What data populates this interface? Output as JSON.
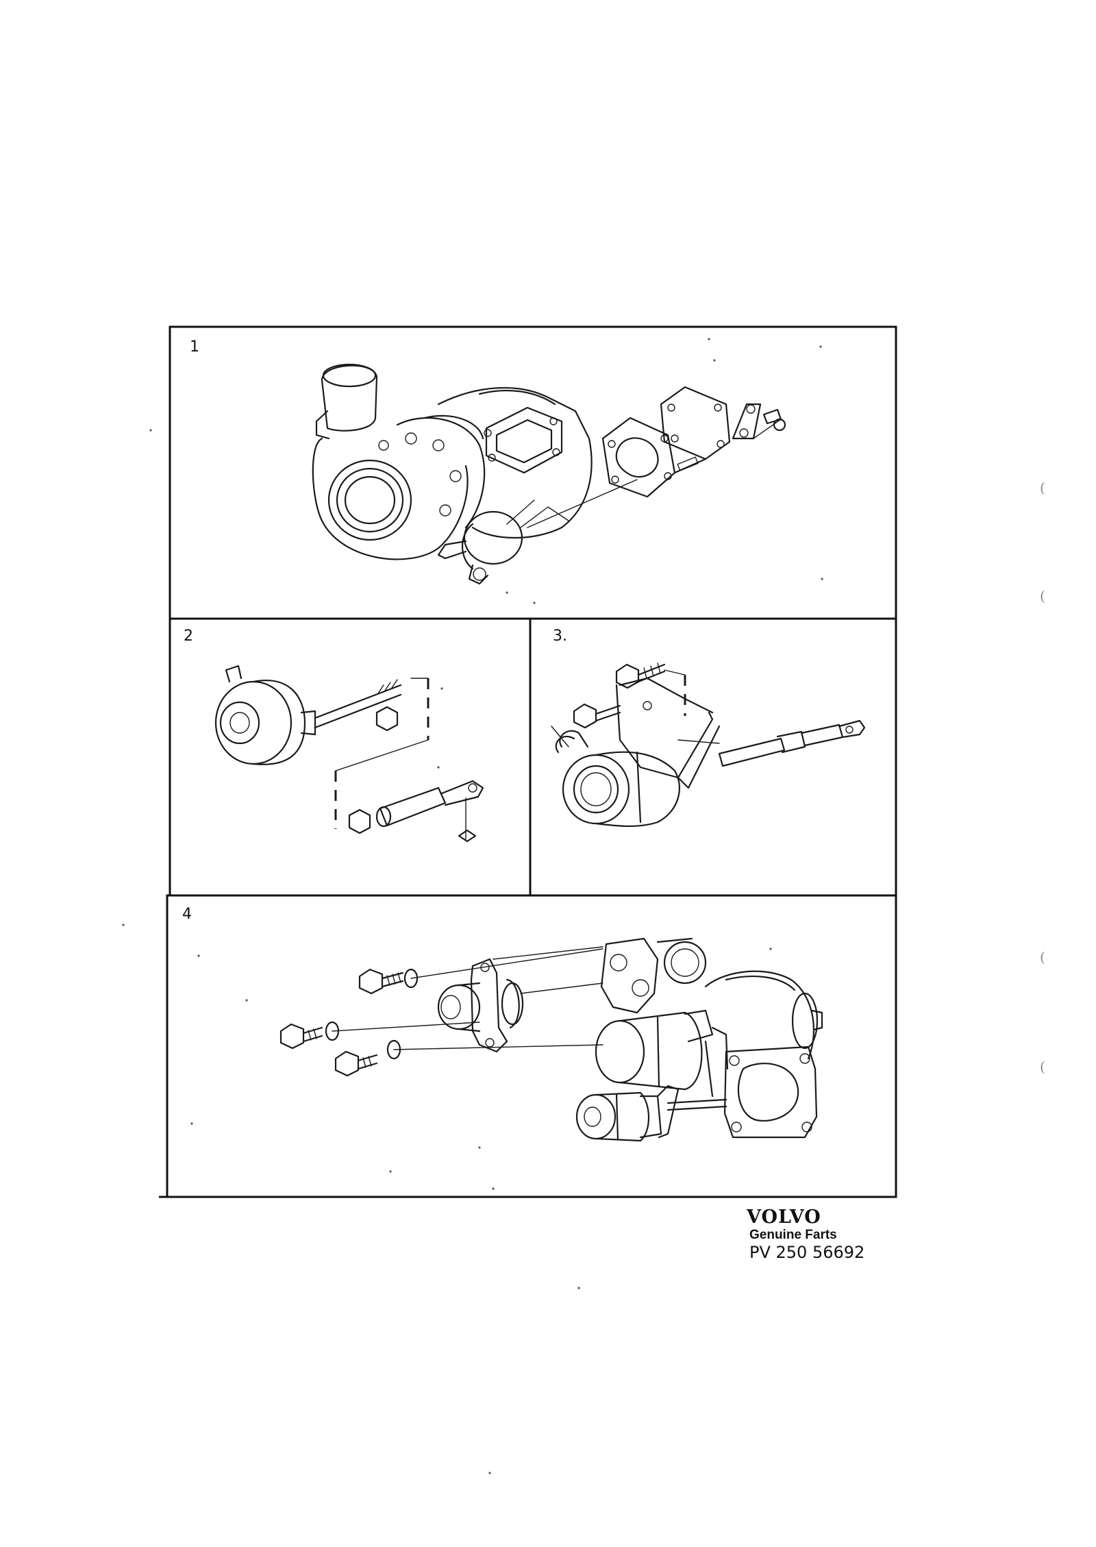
{
  "figure": {
    "panels": [
      {
        "id": "1",
        "label": "1"
      },
      {
        "id": "2",
        "label": "2"
      },
      {
        "id": "3",
        "label": "3."
      },
      {
        "id": "4",
        "label": "4"
      }
    ]
  },
  "branding": {
    "logo_text": "VOLVO",
    "subtitle": "Genuine Farts",
    "part_code": "PV 250  56692"
  },
  "margin_marks": [
    "(",
    "(",
    "(",
    "("
  ]
}
